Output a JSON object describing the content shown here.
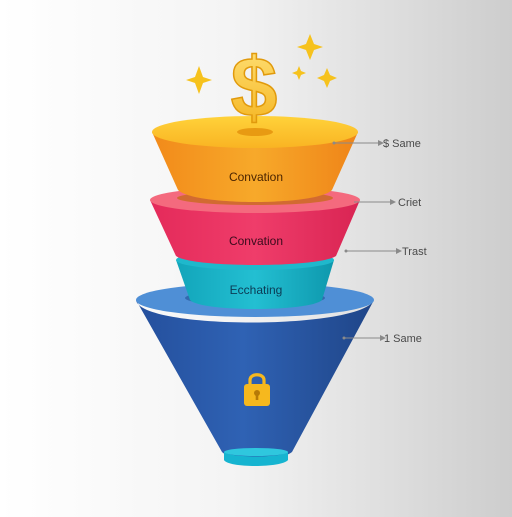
{
  "funnel": {
    "tiers": [
      {
        "label": "Convation",
        "side_label": "$ Same",
        "color": "#f39a1b"
      },
      {
        "label": "Convation",
        "side_label": "Criet",
        "color": "#e8305f"
      },
      {
        "label": "Ecchating",
        "side_label": "Trast",
        "color": "#16aec2"
      },
      {
        "label": "",
        "side_label": "1 Same",
        "color": "#2c5aa6"
      }
    ]
  },
  "icons": {
    "top": "dollar-sign-icon",
    "bottom": "padlock-icon",
    "decor": "sparkle-icon"
  },
  "top_symbol": "$"
}
